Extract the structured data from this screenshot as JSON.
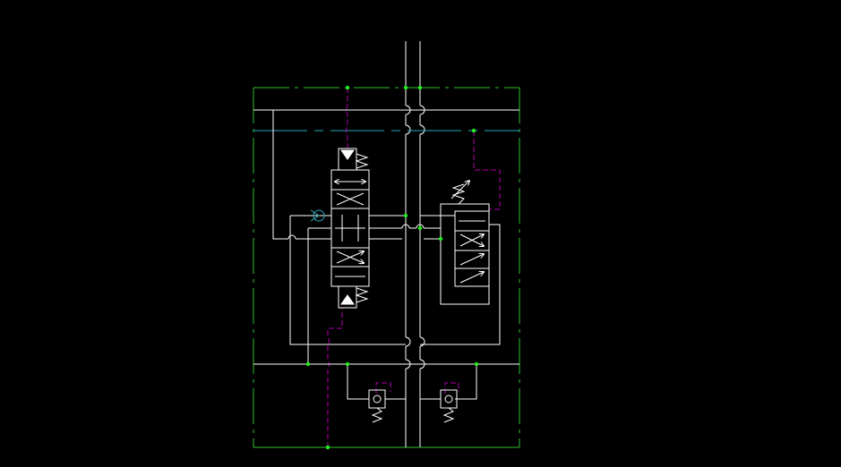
{
  "colors": {
    "background": "#000000",
    "line": "#ffffff",
    "boundary": "#2fbf2f",
    "pilot": "#b000b0",
    "drain": "#2aa7b8",
    "node": "#22ee22"
  },
  "view": {
    "type": "hydraulic-schematic",
    "components": [
      "directional-control-valve",
      "pressure-reducing-valve",
      "check-valve",
      "relief-valve-left",
      "relief-valve-right"
    ]
  }
}
